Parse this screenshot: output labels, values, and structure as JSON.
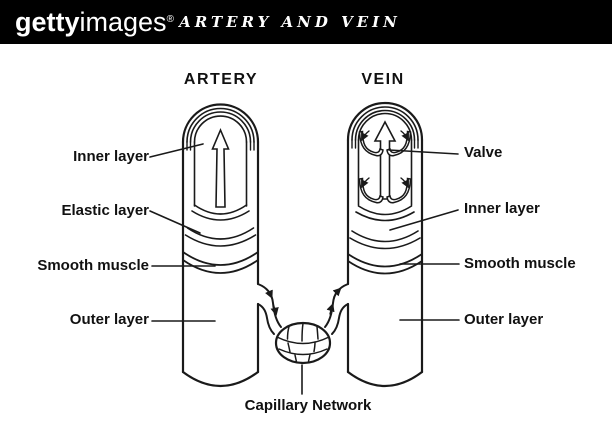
{
  "header": {
    "brand": {
      "getty": "getty",
      "images": "images",
      "registered": "®"
    },
    "title": "ARTERY AND VEIN"
  },
  "diagram": {
    "artery": {
      "title": "ARTERY",
      "labels": {
        "inner": "Inner layer",
        "elastic": "Elastic layer",
        "smooth": "Smooth muscle",
        "outer": "Outer layer"
      }
    },
    "vein": {
      "title": "VEIN",
      "labels": {
        "valve": "Valve",
        "inner": "Inner layer",
        "smooth": "Smooth muscle",
        "outer": "Outer layer"
      }
    },
    "capillary": {
      "label": "Capillary Network"
    }
  },
  "colors": {
    "header_bg": "#000000",
    "ink": "#1a1a1a",
    "background": "#ffffff"
  }
}
